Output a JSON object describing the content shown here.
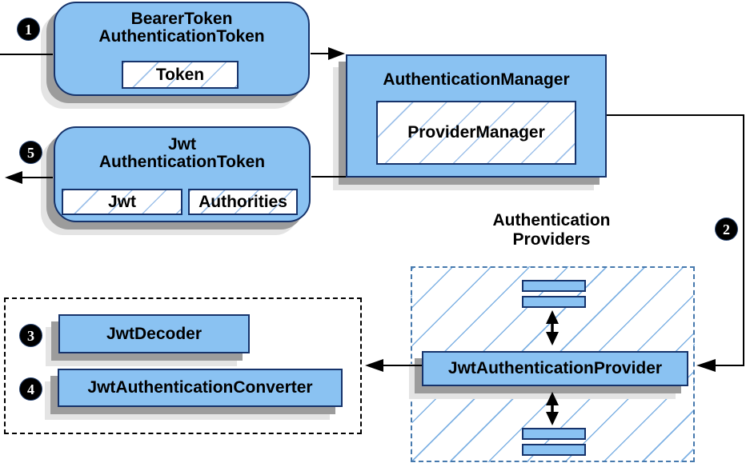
{
  "diagram": {
    "title_semantics": "JWT authentication architecture flow",
    "nodes": {
      "bearer_token": {
        "title_line1": "BearerToken",
        "title_line2": "AuthenticationToken",
        "chip_token": "Token"
      },
      "auth_manager": {
        "title": "AuthenticationManager",
        "chip_provider_manager": "ProviderManager"
      },
      "jwt_auth_token": {
        "title_line1": "Jwt",
        "title_line2": "AuthenticationToken",
        "chip_jwt": "Jwt",
        "chip_authorities": "Authorities"
      },
      "providers_group": {
        "label_line1": "Authentication",
        "label_line2": "Providers",
        "jwt_authentication_provider": "JwtAuthenticationProvider"
      },
      "decoder_group": {
        "jwt_decoder": "JwtDecoder",
        "jwt_authentication_converter": "JwtAuthenticationConverter"
      }
    },
    "steps": {
      "s1": "1",
      "s2": "2",
      "s3": "3",
      "s4": "4",
      "s5": "5"
    },
    "colors": {
      "node_fill": "#8ac2f2",
      "node_border": "#16336b",
      "hatch_chip": "#7dace2",
      "hatch_providers": "#7fb2e4",
      "dashed_blue_border": "#4679ad",
      "dashed_black_border": "#000000",
      "shadow_dark": "#9c9c9c",
      "shadow_light": "#e4e4e4",
      "arrow": "#000000",
      "badge_bg": "#000000",
      "badge_text": "#ffffff",
      "background": "#ffffff"
    }
  }
}
